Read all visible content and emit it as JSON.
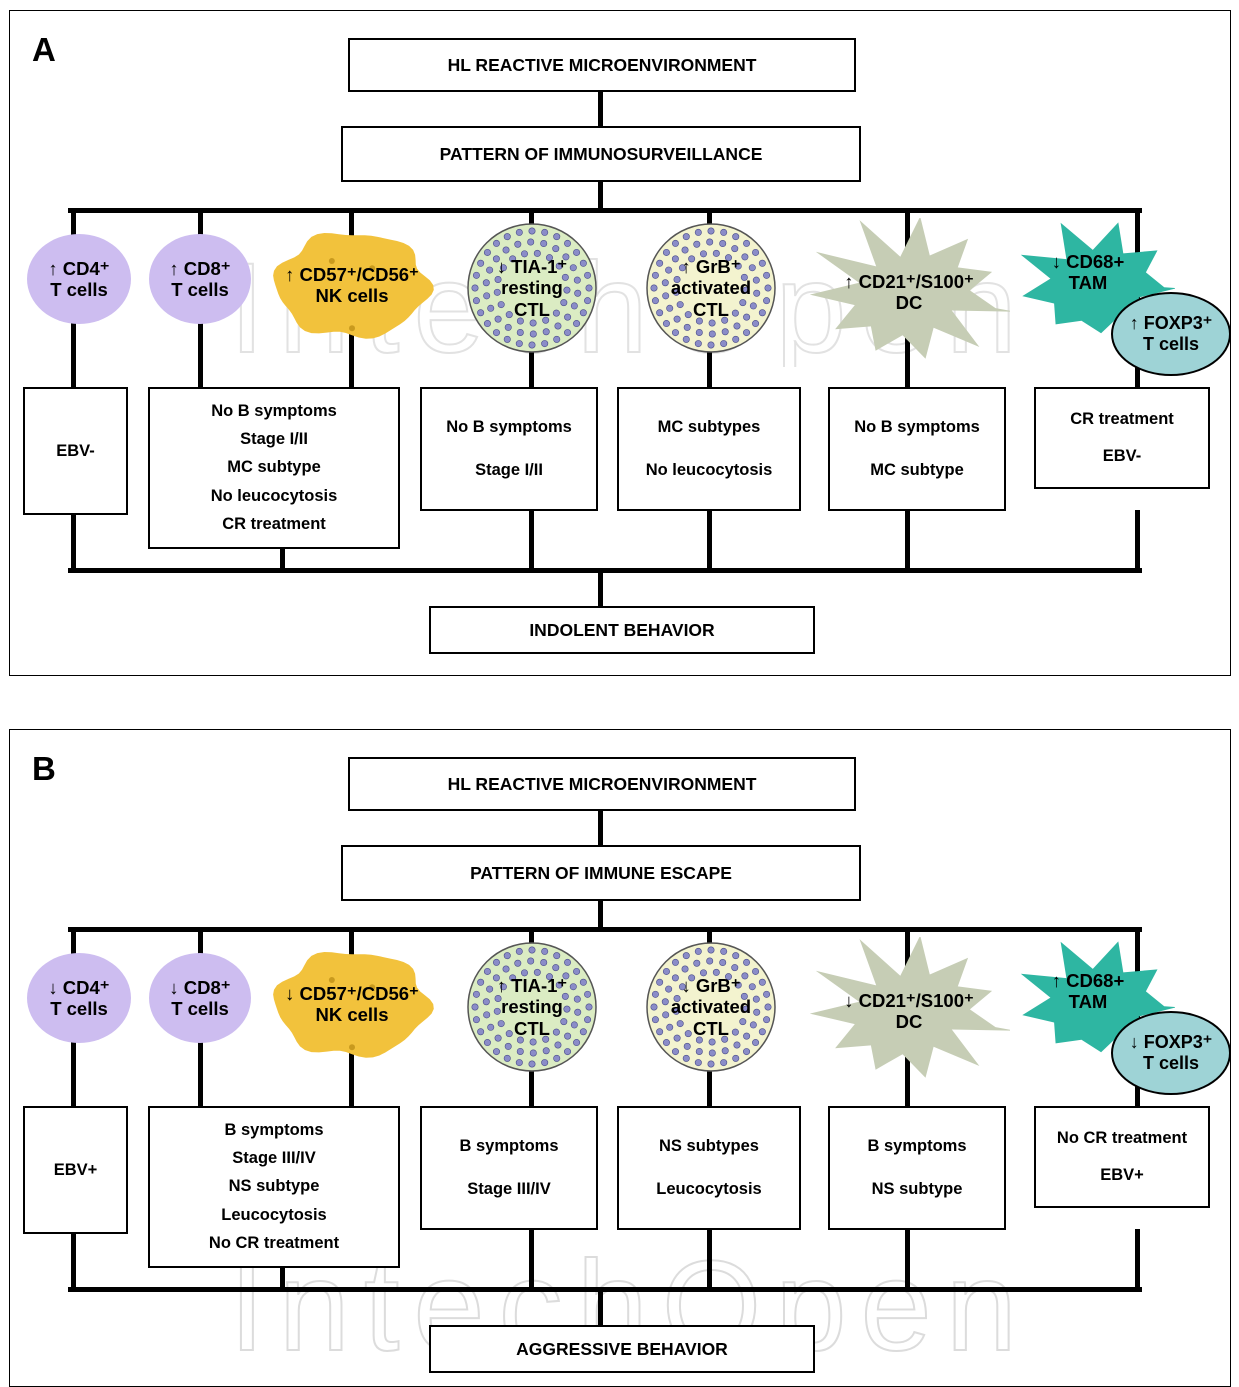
{
  "panels": [
    {
      "letter": "A",
      "top_box": "HL REACTIVE MICROENVIRONMENT",
      "pattern_box": "PATTERN OF IMMUNOSURVEILLANCE",
      "cells": [
        {
          "label": "↑ CD4⁺\nT cells"
        },
        {
          "label": "↑ CD8⁺\nT cells"
        },
        {
          "label": "↑ CD57⁺/CD56⁺\nNK cells"
        },
        {
          "label": "↓ TIA-1⁺\nresting\nCTL"
        },
        {
          "label": "↑ GrB⁺\nactivated\nCTL"
        },
        {
          "label": "↑ CD21⁺/S100⁺\nDC"
        },
        {
          "label": "↓ CD68+\nTAM"
        }
      ],
      "foxp3": "↑ FOXP3⁺\nT  cells",
      "outcomes": [
        [
          "EBV-"
        ],
        [
          "No B symptoms",
          "Stage I/II",
          "MC subtype",
          "No leucocytosis",
          "CR treatment"
        ],
        [
          "No B symptoms",
          "Stage I/II"
        ],
        [
          "MC subtypes",
          "No leucocytosis"
        ],
        [
          "No B symptoms",
          "MC subtype"
        ],
        [
          "CR treatment",
          "EBV-"
        ]
      ],
      "behavior_box": "INDOLENT BEHAVIOR"
    },
    {
      "letter": "B",
      "top_box": "HL REACTIVE MICROENVIRONMENT",
      "pattern_box": "PATTERN OF IMMUNE ESCAPE",
      "cells": [
        {
          "label": "↓ CD4⁺\nT cells"
        },
        {
          "label": "↓ CD8⁺\nT cells"
        },
        {
          "label": "↓ CD57⁺/CD56⁺\nNK cells"
        },
        {
          "label": "↑ TIA-1⁺\nresting\nCTL"
        },
        {
          "label": "↓ GrB⁺\nactivated\nCTL"
        },
        {
          "label": "↓ CD21⁺/S100⁺\nDC"
        },
        {
          "label": "↑ CD68+\nTAM"
        }
      ],
      "foxp3": "↓ FOXP3⁺\nT  cells",
      "outcomes": [
        [
          "EBV+"
        ],
        [
          "B symptoms",
          "Stage III/IV",
          "NS subtype",
          "Leucocytosis",
          "No CR treatment"
        ],
        [
          "B symptoms",
          "Stage III/IV"
        ],
        [
          "NS subtypes",
          "Leucocytosis"
        ],
        [
          "B symptoms",
          "NS subtype"
        ],
        [
          "No CR treatment",
          "EBV+"
        ]
      ],
      "behavior_box": "AGGRESSIVE  BEHAVIOR"
    }
  ],
  "colors": {
    "t_cell": "#cdbdf0",
    "nk_cell": "#f2c23c",
    "ctl_resting": "#dbecc3",
    "ctl_activated": "#f3f3cf",
    "granule": "#8a8cc8",
    "dc": "#c6cdb5",
    "tam": "#2eb6a2",
    "foxp3": "#9ed3d6"
  },
  "watermark": "IntechOpen"
}
